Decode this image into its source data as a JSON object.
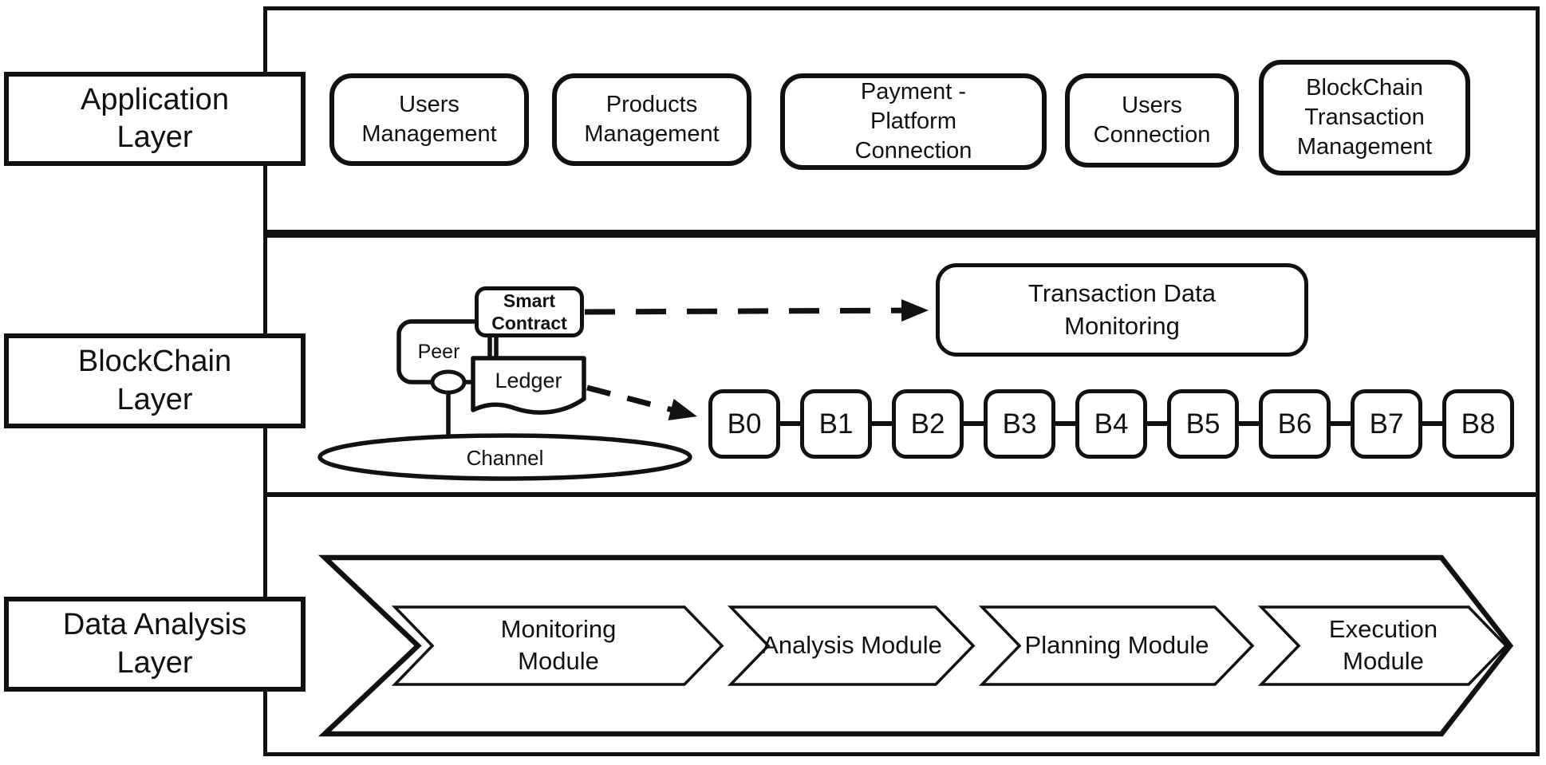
{
  "layers": [
    {
      "label": "Application Layer"
    },
    {
      "label": "BlockChain Layer"
    },
    {
      "label": "Data Analysis Layer"
    }
  ],
  "application": {
    "modules": [
      "Users Management",
      "Products Management",
      "Payment - Platform Connection",
      "Users Connection",
      "BlockChain Transaction Management"
    ]
  },
  "blockchain": {
    "peer_label": "Peer",
    "smart_contract_label": "Smart Contract",
    "ledger_label": "Ledger",
    "channel_label": "Channel",
    "monitoring_label": "Transaction Data Monitoring",
    "blocks": [
      "B0",
      "B1",
      "B2",
      "B3",
      "B4",
      "B5",
      "B6",
      "B7",
      "B8"
    ]
  },
  "data_analysis": {
    "modules": [
      "Monitoring Module",
      "Analysis Module",
      "Planning Module",
      "Execution Module"
    ]
  },
  "colors": {
    "stroke": "#111111",
    "background": "#ffffff"
  }
}
